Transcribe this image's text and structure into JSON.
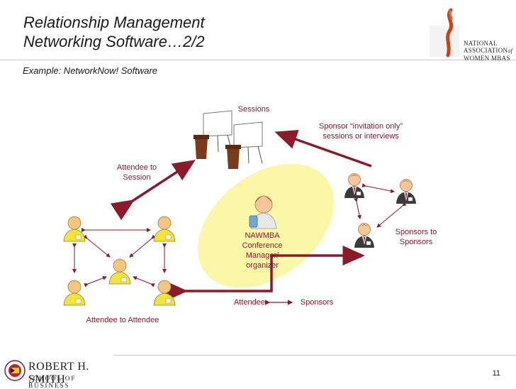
{
  "slide": {
    "title_line1": "Relationship Management",
    "title_line2": "Networking Software…2/2",
    "subtitle": "Example: NetworkNow! Software",
    "page_number": "11"
  },
  "logos": {
    "nawmba_line1": "NATIONAL",
    "nawmba_line2": "ASSOCIATION",
    "nawmba_line2_suffix": "of",
    "nawmba_line3": "WOMEN MBAS",
    "rhsmith_main": "ROBERT H. SMITH",
    "rhsmith_sub": "SCHOOL OF BUSINESS"
  },
  "diagram": {
    "sessions": "Sessions",
    "sponsor_invite_line1": "Sponsor  “invitation only”",
    "sponsor_invite_line2": "sessions or interviews",
    "attendee_session_line1": "Attendee to",
    "attendee_session_line2": "Session",
    "organizer_line1": "NAWMBA",
    "organizer_line2": "Conference",
    "organizer_line3": "Manager/",
    "organizer_line4": "organizer",
    "sponsors_to_sponsors_line1": "Sponsors to",
    "sponsors_to_sponsors_line2": "Sponsors",
    "attendee": "Attendee",
    "sponsors": "Sponsors",
    "attendee_to_attendee": "Attendee to Attendee"
  },
  "colors": {
    "accent": "#8b1a2b",
    "ellipse": "#fbf7a8",
    "attendee_shirt": "#f2e23c",
    "sponsor_suit": "#3a3a3a"
  }
}
